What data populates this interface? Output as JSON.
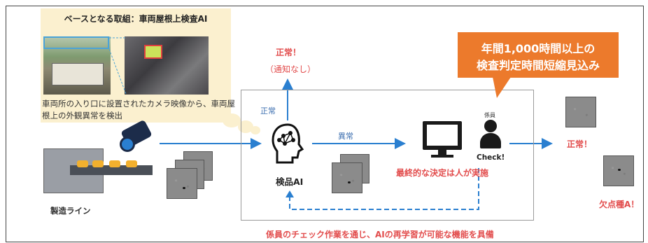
{
  "base_panel": {
    "title": "ベースとなる取組：車両屋根上検査AI",
    "description": "車両所の入り口に設置されたカメラ映像から、車両屋根上の外観異常を検出"
  },
  "production_line": {
    "label": "製造ライン"
  },
  "top_result": {
    "title": "正常！",
    "subtitle": "（通知なし）"
  },
  "arrow_labels": {
    "normal": "正常",
    "abnormal": "異常"
  },
  "inspection_ai": {
    "label": "検品AI"
  },
  "operator": {
    "role_label": "係員",
    "check_label": "Check!"
  },
  "final_decision": "最終的な決定は人が実施",
  "callout": {
    "line1": "年間1,000時間以上の",
    "line2": "検査判定時間短縮見込み"
  },
  "outputs": {
    "normal": "正常！",
    "defect": "欠点種A！"
  },
  "feedback": "係員のチェック作業を通じ、AIの再学習が可能な機能を具備",
  "colors": {
    "accent_orange": "#ec7a2c",
    "arrow_blue": "#2a7fd0",
    "alert_red": "#e24c4c",
    "panel_cream": "#fbf0cf"
  }
}
